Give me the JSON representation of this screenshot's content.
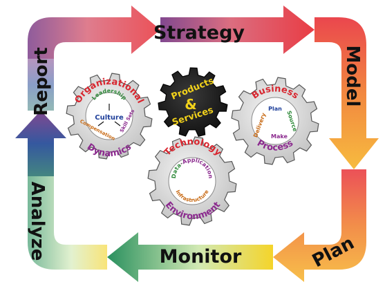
{
  "cycle": {
    "report": "Report",
    "strategy": "Strategy",
    "model": "Model",
    "plan": "Plan",
    "monitor": "Monitor",
    "analyze": "Analyze"
  },
  "gears": {
    "organizational": {
      "title_top": "Organizational",
      "title_bottom": "Dynamics",
      "center": "Culture",
      "item_top": "Leadership",
      "item_left": "Compensation",
      "item_right": "Skill Sets"
    },
    "products": {
      "line1": "Products",
      "line2": "&",
      "line3": "Services"
    },
    "business": {
      "title_top": "Business",
      "title_bottom": "Process",
      "item_plan": "Plan",
      "item_source": "Source",
      "item_make": "Make",
      "item_delivery": "Delivery"
    },
    "technology": {
      "title_top": "Technology",
      "title_bottom": "Environment",
      "item_data": "Data",
      "item_application": "Application",
      "item_infrastructure": "Infrastructure"
    }
  },
  "colors": {
    "gear_fill": "#d8d8d8",
    "gear_dark": "#1e1e1e",
    "products_text": "#f2d21b",
    "title_red": "#d8262f",
    "title_purple": "#8b2a8e"
  }
}
